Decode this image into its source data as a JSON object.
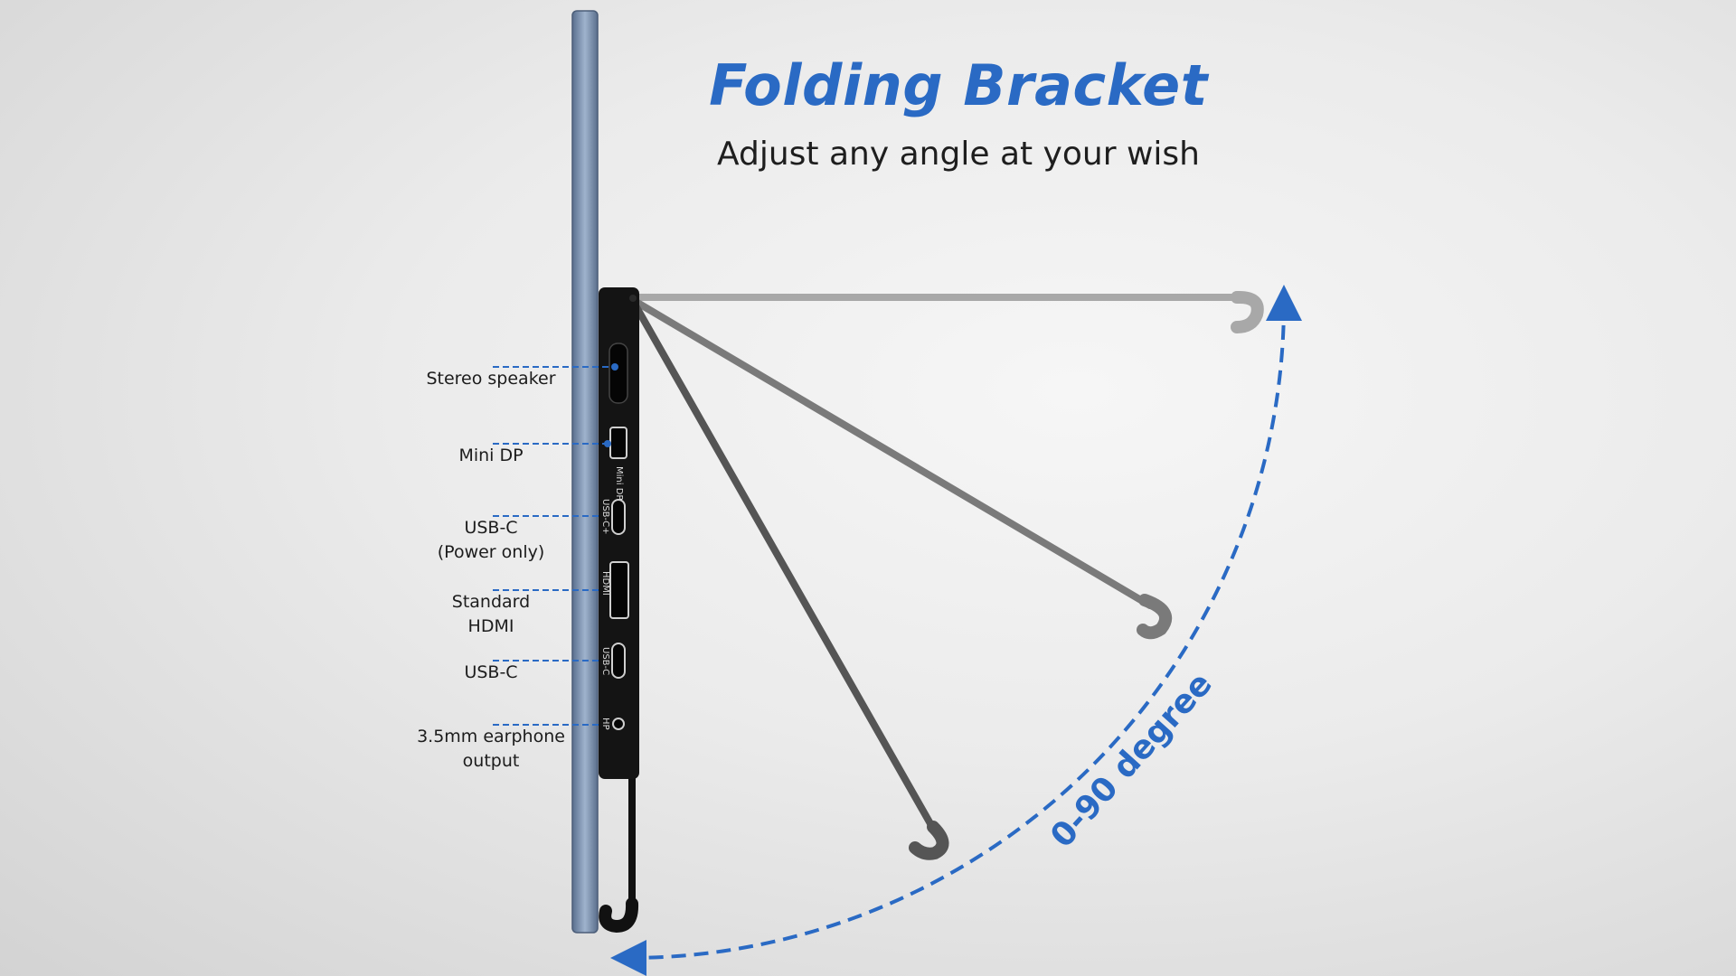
{
  "header": {
    "title": "Folding Bracket",
    "subtitle": "Adjust any angle at your wish"
  },
  "ports": [
    {
      "label": "Stereo speaker",
      "line2": ""
    },
    {
      "label": "Mini DP",
      "line2": ""
    },
    {
      "label": "USB-C",
      "line2": "(Power only)"
    },
    {
      "label": "Standard",
      "line2": "HDMI"
    },
    {
      "label": "USB-C",
      "line2": ""
    },
    {
      "label": "3.5mm earphone",
      "line2": "output"
    }
  ],
  "port_markings": {
    "mini_dp": "Mini DP",
    "usbc_power": "USB-C+",
    "hdmi": "HDMI",
    "usbc": "USB-C",
    "hp": "HP"
  },
  "angle_label": "0-90 degree",
  "colors": {
    "accent": "#2a6ac4",
    "text": "#1e1e1e",
    "bracket_dark": "#555555",
    "bracket_mid": "#7a7a7a",
    "bracket_light": "#a8a8a8",
    "monitor_edge": "#6f86a6"
  }
}
